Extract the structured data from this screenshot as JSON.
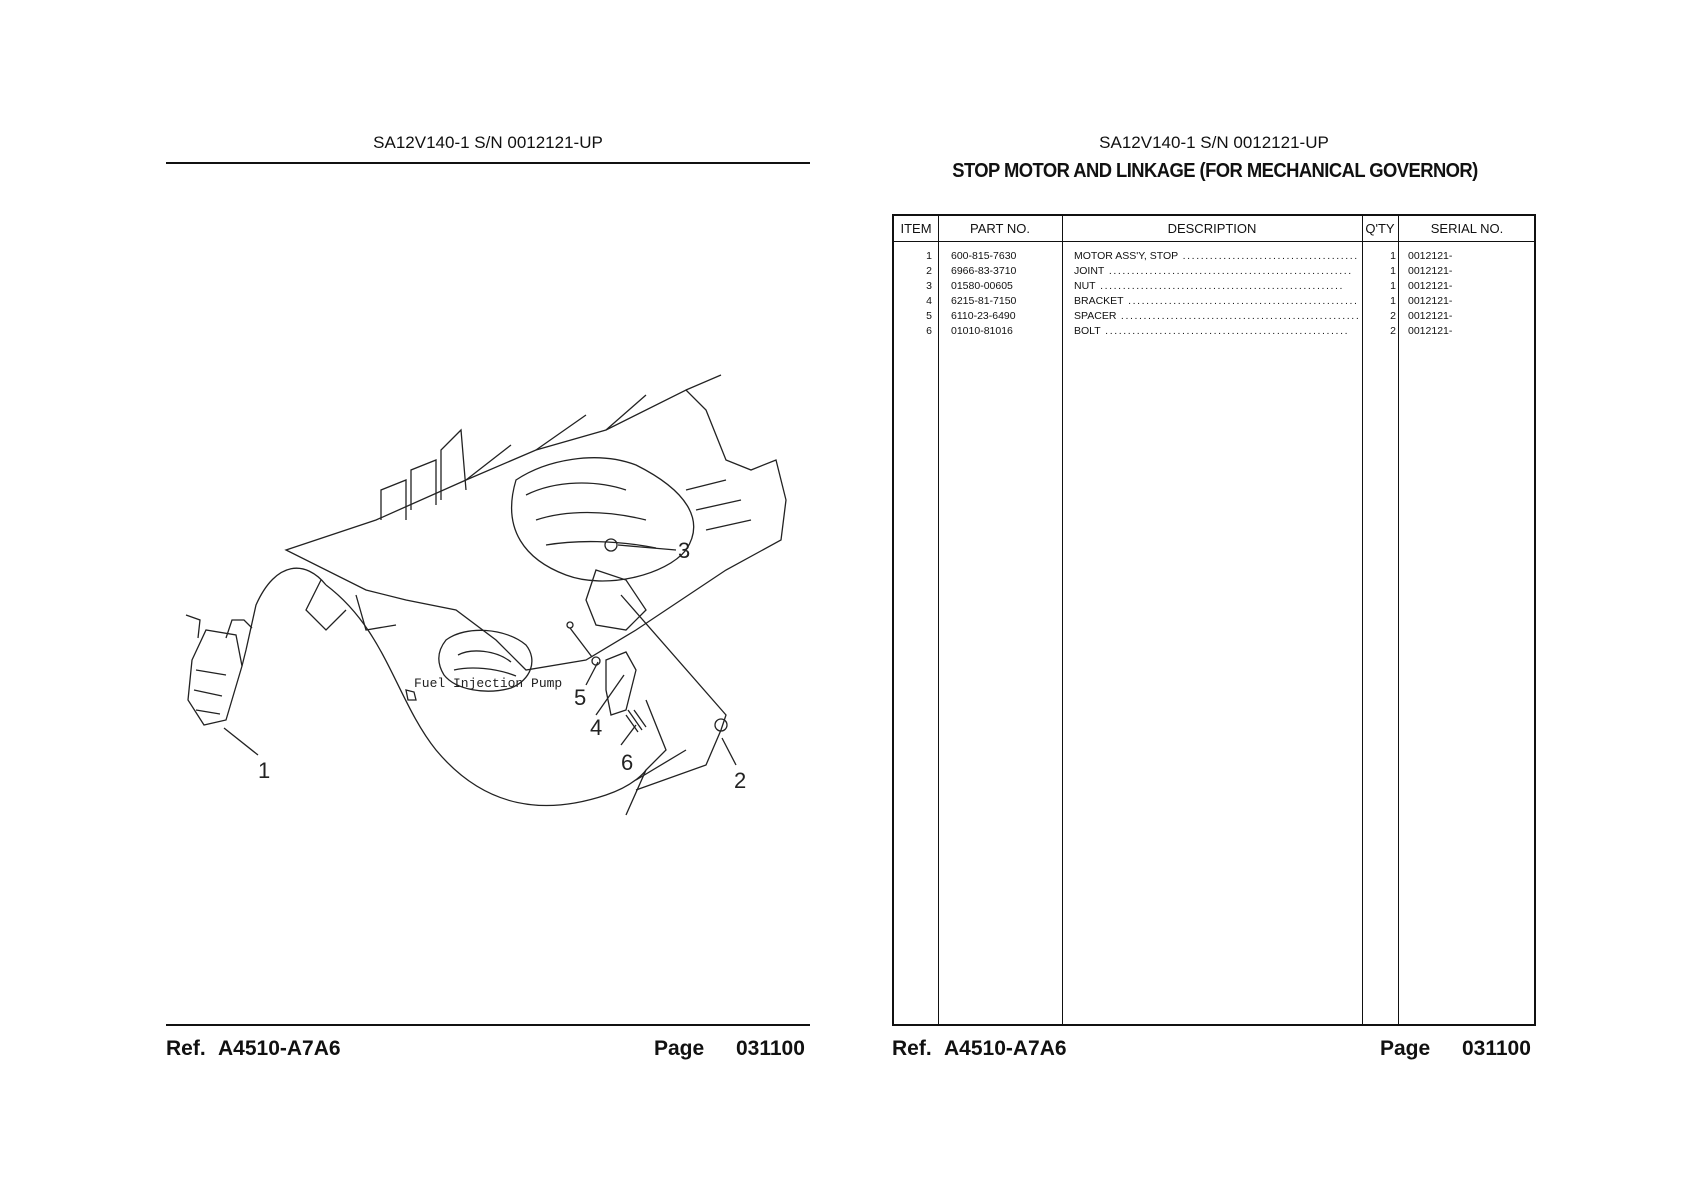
{
  "left_page": {
    "model_header": "SA12V140-1 S/N 0012121-UP",
    "illustration": {
      "pump_label": "Fuel Injection Pump",
      "callouts": [
        "1",
        "2",
        "3",
        "4",
        "5",
        "6"
      ]
    },
    "footer": {
      "ref_label": "Ref.",
      "ref_value": "A4510-A7A6",
      "page_label": "Page",
      "page_value": "031100"
    }
  },
  "right_page": {
    "model_header": "SA12V140-1 S/N 0012121-UP",
    "title": "STOP MOTOR AND LINKAGE (FOR MECHANICAL GOVERNOR)",
    "table": {
      "headers": {
        "item": "ITEM",
        "part_no": "PART NO.",
        "description": "DESCRIPTION",
        "qty": "Q'TY",
        "serial_no": "SERIAL NO."
      },
      "rows": [
        {
          "item": "1",
          "part_no": "600-815-7630",
          "description": "MOTOR ASS'Y, STOP",
          "qty": "1",
          "serial_no": "0012121-"
        },
        {
          "item": "2",
          "part_no": "6966-83-3710",
          "description": "JOINT",
          "qty": "1",
          "serial_no": "0012121-"
        },
        {
          "item": "3",
          "part_no": "01580-00605",
          "description": "NUT",
          "qty": "1",
          "serial_no": "0012121-"
        },
        {
          "item": "4",
          "part_no": "6215-81-7150",
          "description": "BRACKET",
          "qty": "1",
          "serial_no": "0012121-"
        },
        {
          "item": "5",
          "part_no": "6110-23-6490",
          "description": "SPACER",
          "qty": "2",
          "serial_no": "0012121-"
        },
        {
          "item": "6",
          "part_no": "01010-81016",
          "description": "BOLT",
          "qty": "2",
          "serial_no": "0012121-"
        }
      ]
    },
    "footer": {
      "ref_label": "Ref.",
      "ref_value": "A4510-A7A6",
      "page_label": "Page",
      "page_value": "031100"
    }
  }
}
